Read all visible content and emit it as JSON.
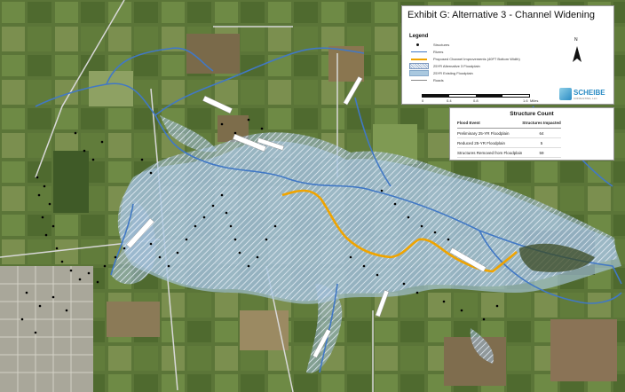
{
  "exhibit": {
    "title": "Exhibit G: Alternative 3 - Channel Widening"
  },
  "legend": {
    "heading": "Legend",
    "items": [
      {
        "label": "Structures",
        "symbol": "black-dot"
      },
      {
        "label": "Rivers",
        "symbol": "blue-line"
      },
      {
        "label": "Proposed Channel Improvements (40FT Bottom Width)",
        "symbol": "orange-line"
      },
      {
        "label": "25YR Alternative 3 Floodplain",
        "symbol": "hatched-polygon"
      },
      {
        "label": "25YR Existing Floodplain",
        "symbol": "blue-polygon"
      },
      {
        "label": "Roads",
        "symbol": "gray-line"
      }
    ],
    "north_label": "N",
    "scale": {
      "ticks": [
        "0",
        "0.4",
        "0.8",
        "1.6"
      ],
      "unit": "Miles"
    }
  },
  "logo": {
    "text": "SCHEIBE",
    "subtext": "CONSULTING, LLC"
  },
  "structure_count": {
    "title": "Structure Count",
    "headers": [
      "Flood Event",
      "Structures Impacted"
    ],
    "rows": [
      {
        "event": "Preliminary 25-YR Floodplain",
        "count": "64"
      },
      {
        "event": "Reduced 25-YR Floodplain",
        "count": "5"
      },
      {
        "event": "Structures Removed from Floodplain",
        "count": "59"
      }
    ]
  },
  "map": {
    "colors": {
      "river": "#4178c5",
      "proposed_channel": "#f0a400",
      "floodplain_existing": "#a9c8df",
      "floodplain_hatch": "#dfe8f2",
      "roads": "#d8d8d8"
    }
  }
}
